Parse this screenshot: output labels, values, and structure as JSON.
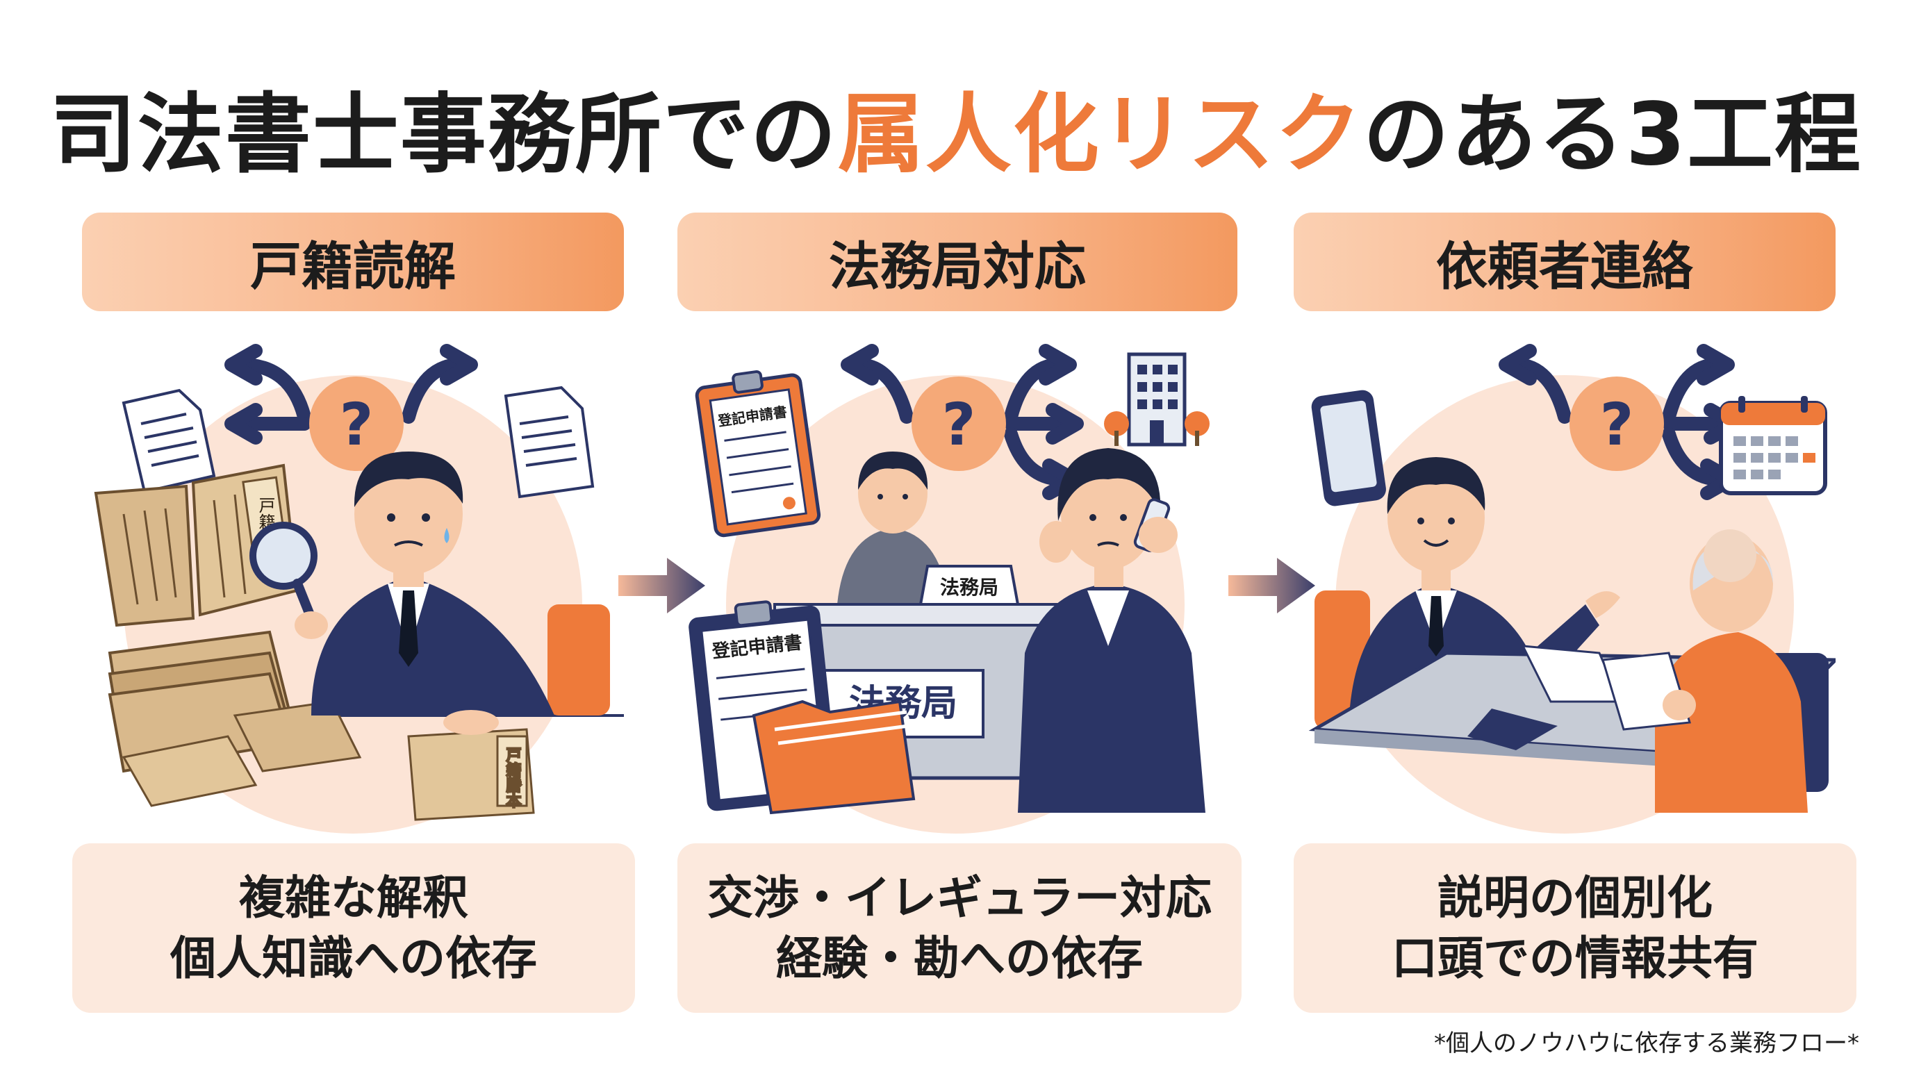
{
  "title": {
    "prefix": "司法書士事務所での",
    "highlight": "属人化リスク",
    "suffix": "のある3工程"
  },
  "colors": {
    "accent": "#ee7a3a",
    "navy": "#2b3566",
    "footer_bg": "#fce9dd",
    "scene_bg": "#fce4d6"
  },
  "columns": [
    {
      "header": "戸籍読解",
      "footer": [
        "複雑な解釈",
        "個人知識への依存"
      ],
      "doc_label": "戸籍謄本",
      "icons": [
        "branch-arrows-icon",
        "question-icon",
        "document-icon",
        "magnifier-icon"
      ]
    },
    {
      "header": "法務局対応",
      "footer": [
        "交渉・イレギュラー対応",
        "経験・勘への依存"
      ],
      "clipboard_label": "登記申請書",
      "desk_sign": "法務局",
      "counter_label": "法務局",
      "icons": [
        "branch-arrows-icon",
        "question-icon",
        "building-icon",
        "clipboard-icon",
        "folder-icon",
        "phone-icon"
      ]
    },
    {
      "header": "依頼者連絡",
      "footer": [
        "説明の個別化",
        "口頭での情報共有"
      ],
      "icons": [
        "branch-arrows-icon",
        "question-icon",
        "smartphone-icon",
        "calendar-icon"
      ]
    }
  ],
  "footnote": "*個人のノウハウに依存する業務フロー*"
}
